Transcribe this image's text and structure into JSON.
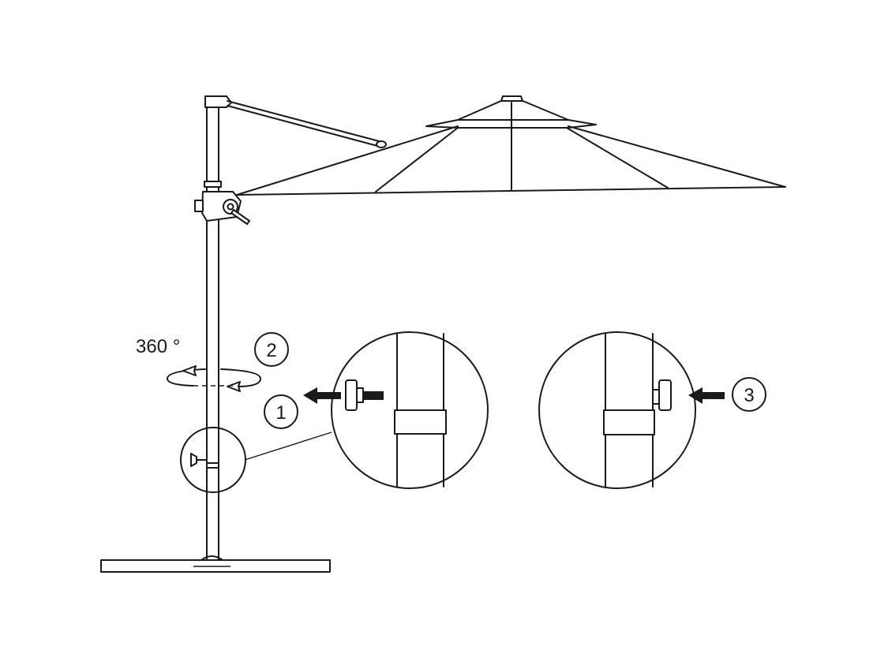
{
  "rotation_label": "360 °",
  "steps": [
    {
      "number": "1"
    },
    {
      "number": "2"
    },
    {
      "number": "3"
    }
  ],
  "colors": {
    "line": "#1a1a1a",
    "background": "#ffffff"
  }
}
